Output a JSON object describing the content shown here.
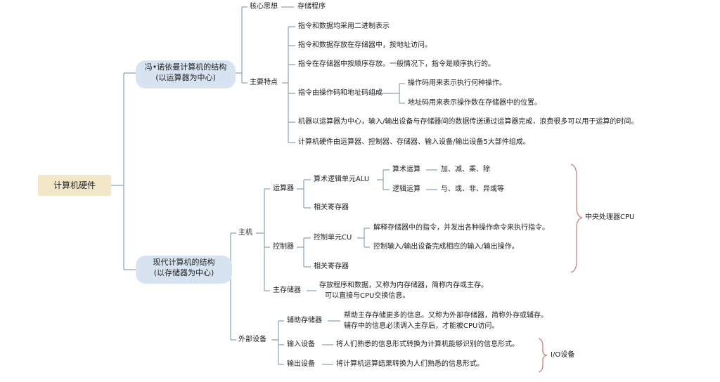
{
  "root": "计算机硬件",
  "von_neumann": {
    "title_line1": "冯•诺依曼计算机的结构",
    "title_line2": "(以运算器为中心)",
    "core_label": "核心思想",
    "core_value": "存储程序",
    "features_label": "主要特点",
    "features": [
      "指令和数据均采用二进制表示",
      "指令和数据存放在存储器中，按地址访问。",
      "指令在存储器中按顺序存放。一般情况下，指令是顺序执行的。",
      "指令由操作码和地址码组成",
      "机器以运算器为中心，输入/输出设备与存储器间的数据传送通过运算器完成，浪费很多可以用于运算的时间。",
      "计算机硬件由运算器、控制器、存储器、输入设备/输出设备5大部件组成。"
    ],
    "opcode_notes": [
      "操作码用来表示执行何种操作。",
      "地址码用来表示操作数在存储器中的位置。"
    ]
  },
  "modern": {
    "title_line1": "现代计算机的结构",
    "title_line2": "(以存储器为中心)",
    "host_label": "主机",
    "alu_group": "运算器",
    "alu_unit": "算术逻辑单元ALU",
    "arith_label": "算术运算",
    "arith_value": "加、减、乘、除",
    "logic_label": "逻辑运算",
    "logic_value": "与、或、非、异或等",
    "alu_regs": "相关寄存器",
    "ctrl_group": "控制器",
    "ctrl_unit": "控制单元CU",
    "cu_notes": [
      "解释存储器中的指令，并发出各种操作命令来执行指令。",
      "控制输入/输出设备完成相应的输入/输出操作。"
    ],
    "ctrl_regs": "相关寄存器",
    "cpu_label": "中央处理器CPU",
    "main_mem_label": "主存储器",
    "main_mem_desc1": "存放程序和数据，又称为内存储器，简称内存或主存。",
    "main_mem_desc2": "可以直接与CPU交换信息。",
    "peripheral_label": "外部设备",
    "aux_label": "辅助存储器",
    "aux_desc1": "帮助主存存储更多的信息。又称为外部存储器，简称外存或辅存。",
    "aux_desc2": "辅存中的信息必须调入主存后，才能被CPU访问。",
    "input_label": "输入设备",
    "input_desc": "将人们熟悉的信息形式转换为计算机能够识别的信息形式。",
    "output_label": "输出设备",
    "output_desc": "将计算机运算结果转换为人们熟悉的信息形式。",
    "io_label": "I/O设备"
  },
  "colors": {
    "line": "#8aa2b8",
    "brace": "#c9847a",
    "root_bg": "#f3e7c9",
    "pill_bg": "#d7e3f0"
  }
}
